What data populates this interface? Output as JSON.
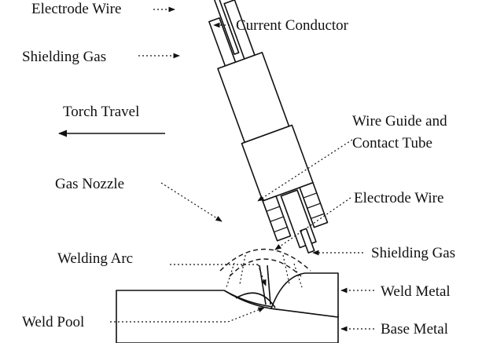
{
  "labels": {
    "electrode_wire_top": "Electrode Wire",
    "current_conductor": "Current Conductor",
    "shielding_gas_top": "Shielding Gas",
    "torch_travel": "Torch Travel",
    "wire_guide_line1": "Wire Guide and",
    "wire_guide_line2": "Contact Tube",
    "gas_nozzle": "Gas Nozzle",
    "electrode_wire_mid": "Electrode Wire",
    "welding_arc": "Welding Arc",
    "shielding_gas_bottom": "Shielding Gas",
    "weld_metal": "Weld Metal",
    "weld_pool": "Weld  Pool",
    "base_metal": "Base Metal"
  },
  "colors": {
    "ink": "#111111",
    "paper": "#ffffff"
  }
}
